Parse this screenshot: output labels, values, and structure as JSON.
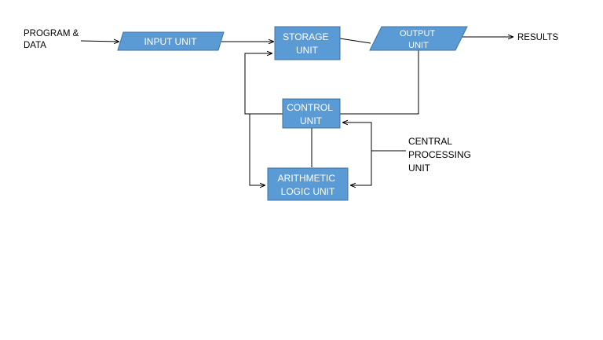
{
  "input_label": [
    "PROGRAM &",
    "DATA"
  ],
  "input_unit": "INPUT UNIT",
  "storage_unit": [
    "STORAGE",
    "UNIT"
  ],
  "output_unit": [
    "OUTPUT",
    "UNIT"
  ],
  "results": "RESULTS",
  "control_unit": [
    "CONTROL",
    "UNIT"
  ],
  "alu": [
    "ARITHMETIC",
    "LOGIC UNIT"
  ],
  "cpu_label": [
    "CENTRAL",
    "PROCESSING",
    "UNIT"
  ],
  "colors": {
    "box_fill": "#5b9bd5",
    "box_stroke": "#41719c",
    "line": "#000000"
  }
}
